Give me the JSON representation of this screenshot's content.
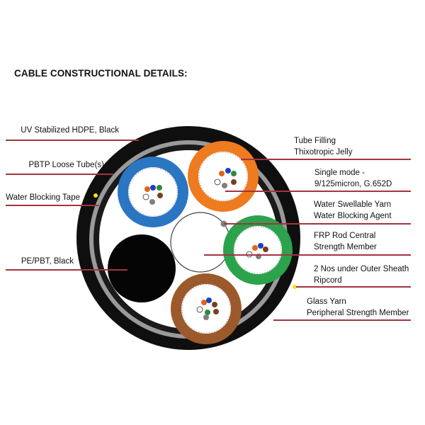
{
  "heading": "CABLE CONSTRUCTIONAL DETAILS:",
  "labels": {
    "uv_sheath": "UV Stabilized HDPE, Black",
    "pbtp_tube": "PBTP Loose Tube(s)",
    "water_tape": "Water Blocking Tape",
    "pe_pbt": "PE/PBT, Black",
    "tube_filling_1": "Tube Filling",
    "tube_filling_2": "Thixotropic Jelly",
    "single_mode_1": "Single mode -",
    "single_mode_2": "9/125micron, G.652D",
    "swellable_1": "Water Swellable Yarn",
    "swellable_2": "Water Blocking Agent",
    "frp_1": "FRP Rod Central",
    "frp_2": "Strength Member",
    "ripcord_1": "2 Nos under Outer Sheath",
    "ripcord_2": "Ripcord",
    "glass_1": "Glass Yarn",
    "glass_2": "Peripheral Strength Member"
  },
  "colors": {
    "leader_line": "#a2343f",
    "outer_sheath": "#0f0f0f",
    "tape": "#9a9a9a",
    "inner_sheath": "#1a1a1a",
    "blue_tube": "#2a76c2",
    "orange_tube": "#ee7b1f",
    "green_tube": "#2ca24d",
    "brown_tube": "#9c5a2c",
    "filler": "#050505",
    "central_rod": "#ffffff",
    "ripcord": "#f2e70b",
    "fiber_blue": "#1f3fbf",
    "fiber_orange": "#e0641c",
    "fiber_green": "#2e8b3a",
    "fiber_brown": "#7a3f1e",
    "fiber_grey": "#7f7f7f",
    "fiber_white": "#ffffff"
  }
}
